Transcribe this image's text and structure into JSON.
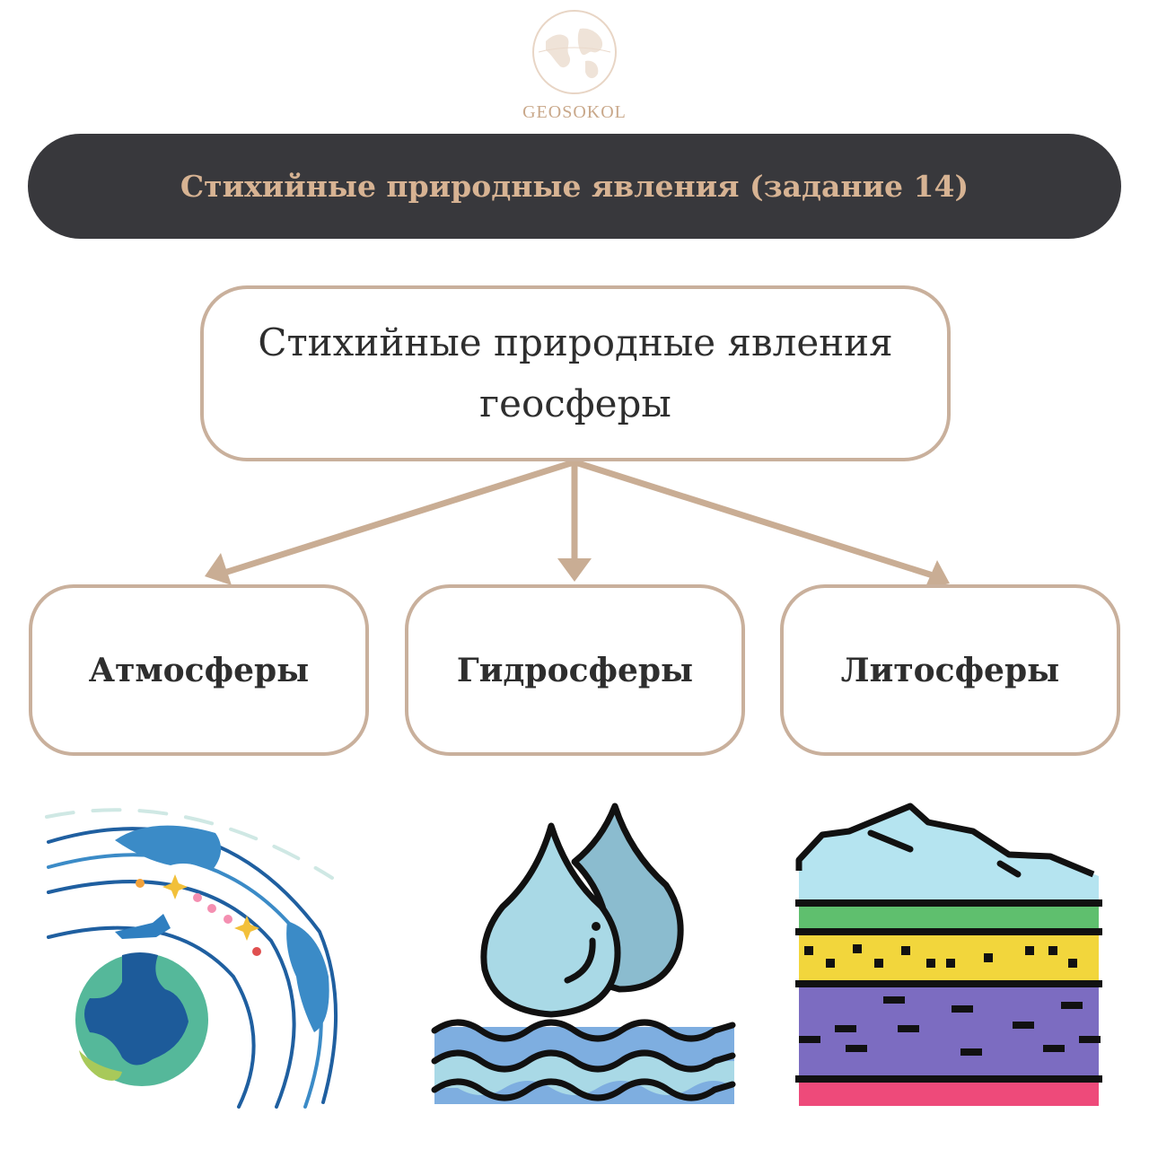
{
  "brand": {
    "name": "GEOSOKOL",
    "color": "#c9a88a"
  },
  "banner": {
    "title": "Стихийные природные явления (задание 14)",
    "bg": "#38383c",
    "text_color": "#d7b393"
  },
  "root": {
    "line1": "Стихийные природные явления",
    "line2": "геосферы"
  },
  "children": [
    {
      "label": "Атмосферы",
      "icon": "atmosphere-earth-icon"
    },
    {
      "label": "Гидросферы",
      "icon": "water-drops-waves-icon"
    },
    {
      "label": "Литосферы",
      "icon": "rock-layers-icon"
    }
  ],
  "colors": {
    "box_border": "#c9b09c",
    "arrow": "#c9ad94"
  }
}
